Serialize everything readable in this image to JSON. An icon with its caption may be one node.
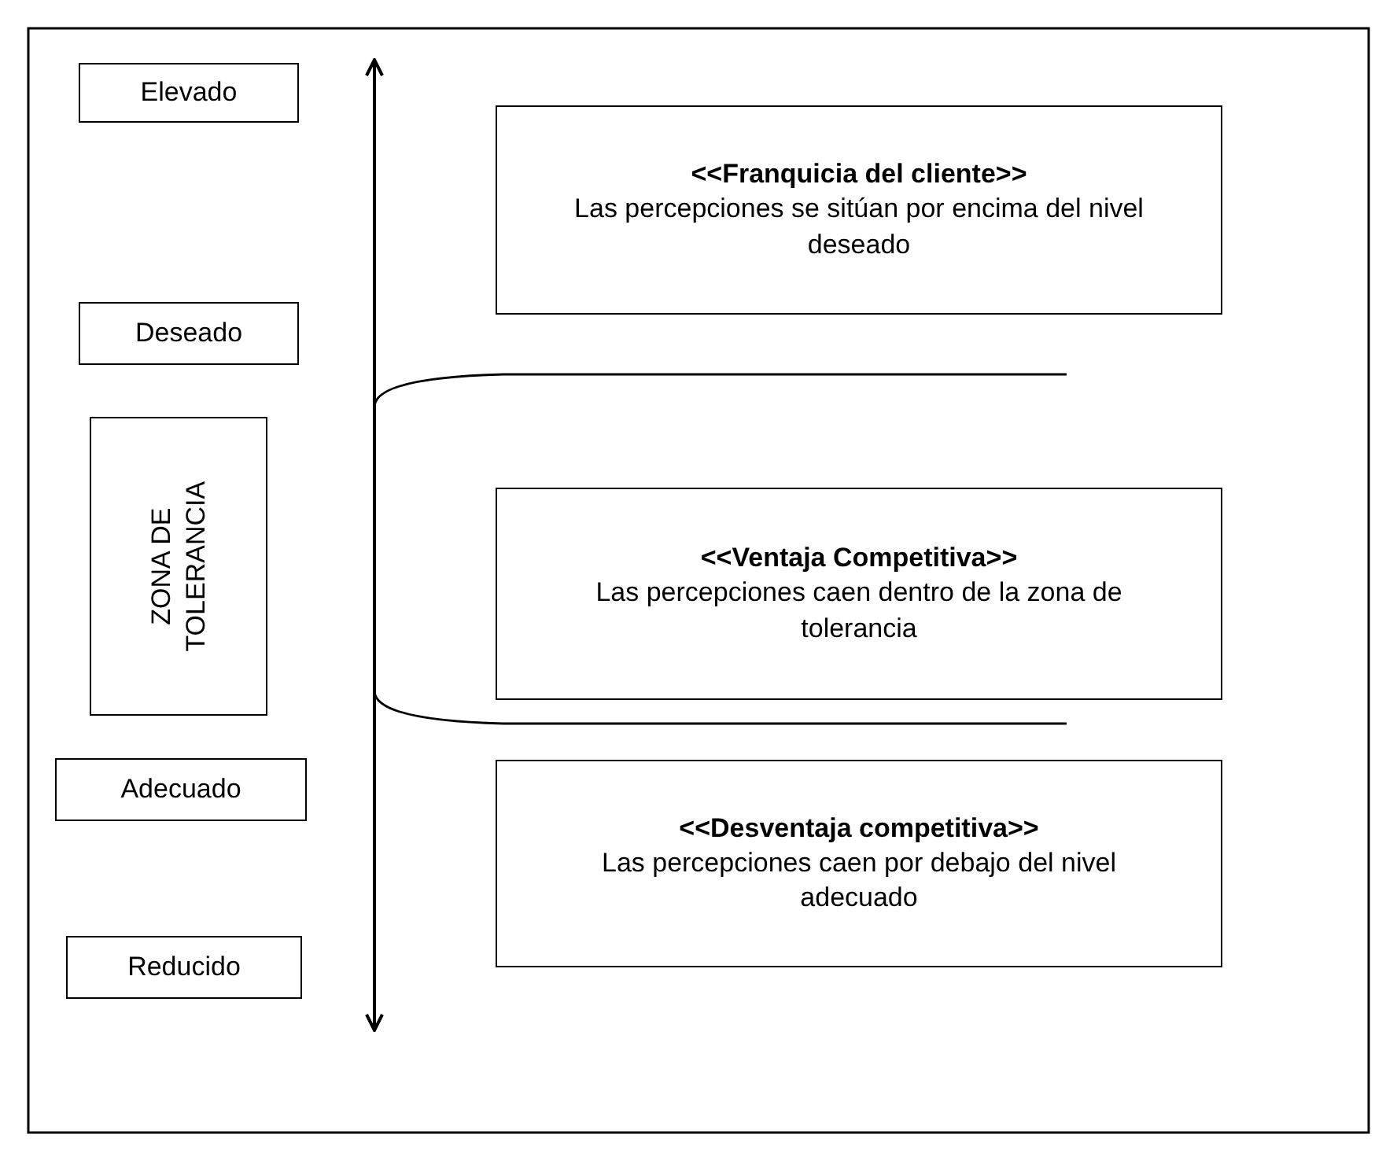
{
  "diagram": {
    "nodes": [
      {
        "text": [
          "Elevado"
        ]
      },
      {
        "text": [
          "Deseado"
        ]
      },
      {
        "text": [
          "ZONA DE TOLERANCIA"
        ]
      },
      {
        "text": [
          "Adecuado"
        ]
      },
      {
        "text": [
          "Reducido"
        ]
      },
      {
        "text": [
          "<<Franquicia del cliente>>",
          "Las percepciones se sitúan por encima del nivel deseado"
        ]
      },
      {
        "text": [
          "<<Ventaja Competitiva>>",
          "Las percepciones caen dentro de la zona de tolerancia"
        ]
      },
      {
        "text": [
          "<<Desventaja competitiva>>",
          "Las percepciones caen por debajo del nivel adecuado"
        ]
      }
    ]
  }
}
